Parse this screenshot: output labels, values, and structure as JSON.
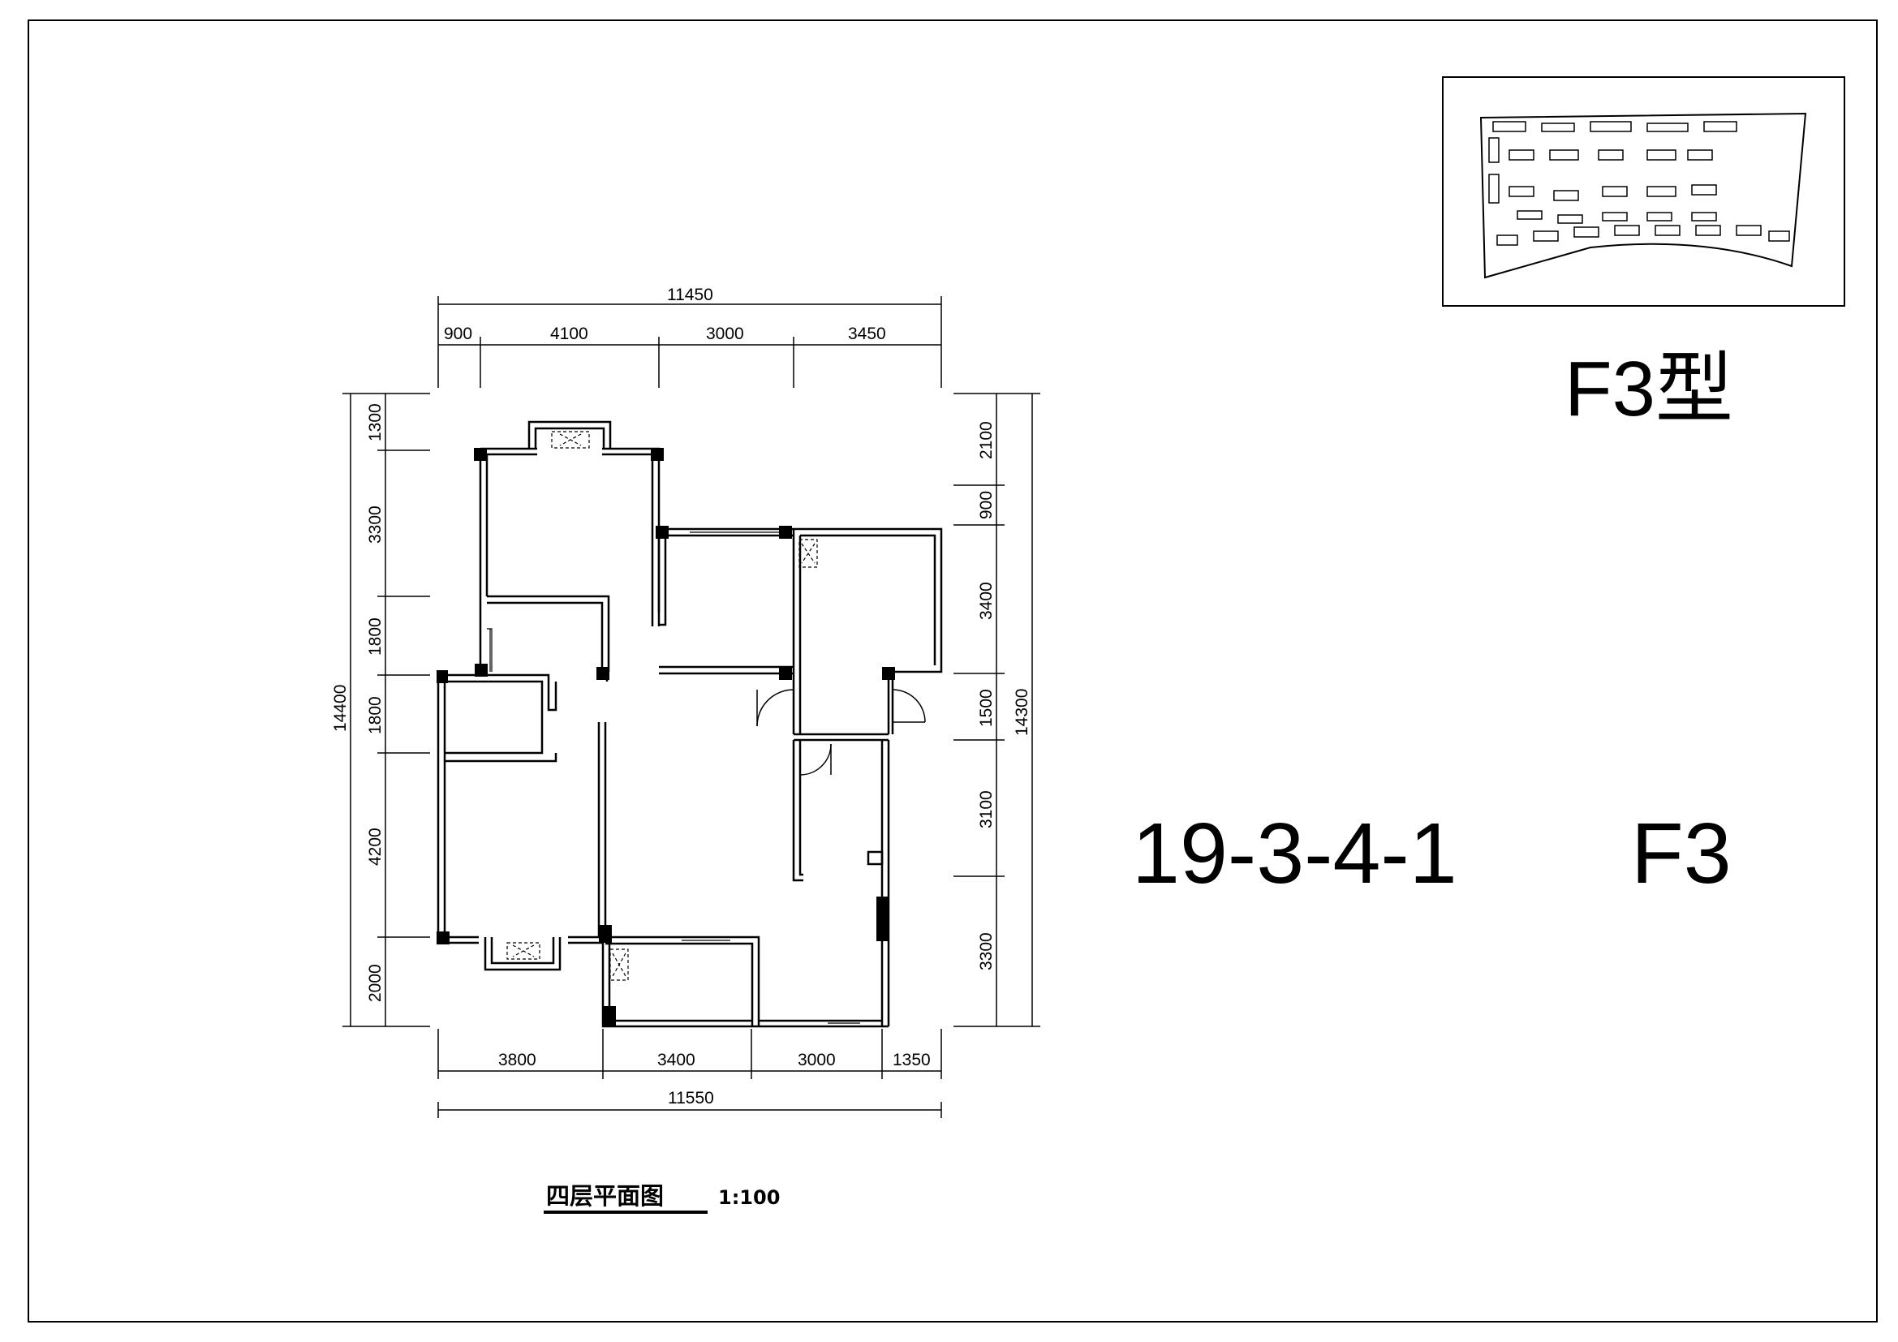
{
  "plan_type": "F3型",
  "unit_code": "19-3-4-1",
  "unit_type": "F3",
  "caption": {
    "title": "四层平面图",
    "scale": "1:100"
  },
  "dimensions": {
    "top_total": "11450",
    "top_segments": [
      "900",
      "4100",
      "3000",
      "3450"
    ],
    "bottom_segments": [
      "3800",
      "3400",
      "3000",
      "1350"
    ],
    "bottom_total": "11550",
    "left_total": "14400",
    "left_segments": [
      "1300",
      "3300",
      "1800",
      "1800",
      "4200",
      "2000"
    ],
    "right_total": "14300",
    "right_segments": [
      "2100",
      "900",
      "3400",
      "1500",
      "3100",
      "3300"
    ]
  },
  "colors": {
    "line": "#000000",
    "background": "#ffffff"
  }
}
